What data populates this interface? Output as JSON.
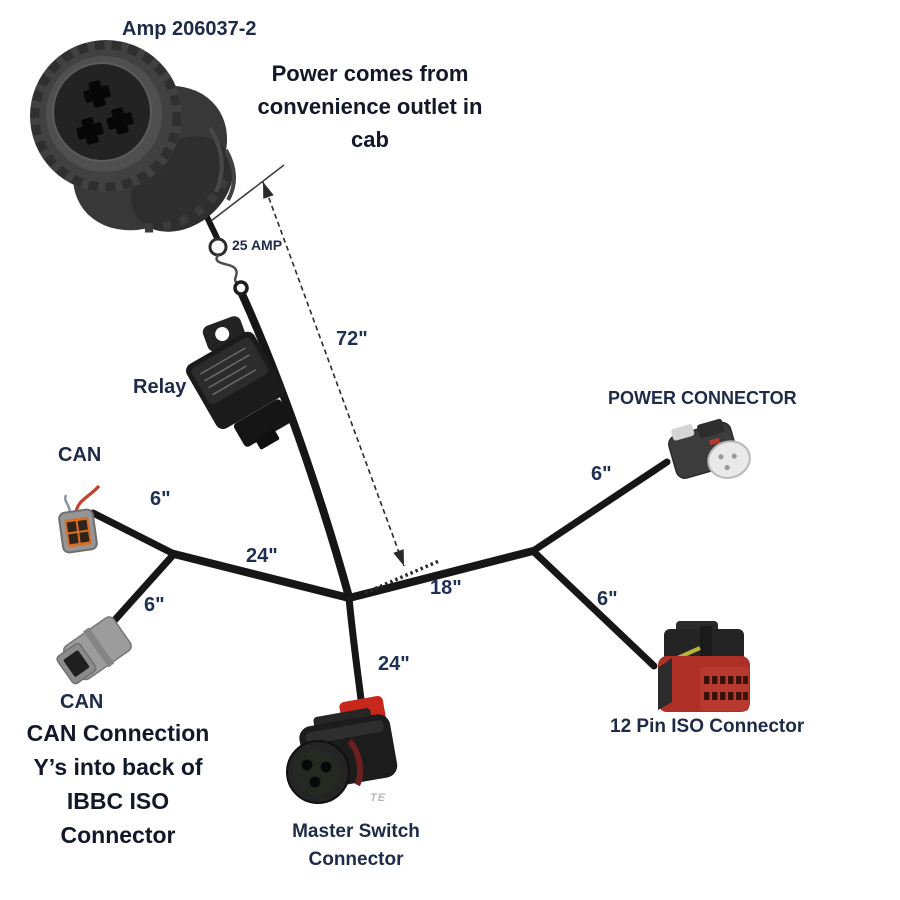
{
  "labels": {
    "amp_part_number": "Amp 206037-2",
    "power_note": "Power comes from convenience outlet in cab",
    "fuse_rating": "25 AMP",
    "relay": "Relay",
    "can_top": "CAN",
    "can_bottom": "CAN",
    "power_connector": "POWER CONNECTOR",
    "iso_connector": "12 Pin ISO Connector",
    "te_watermark": "TE",
    "can_note_lines": [
      "CAN Connection",
      "Y’s into back of",
      "IBBC ISO",
      "Connector"
    ],
    "master_switch_lines": [
      "Master Switch",
      "Connector"
    ]
  },
  "dimensions": {
    "trunk": "72\"",
    "left_branch_upper": "6\"",
    "left_branch": "24\"",
    "left_branch_lower": "6\"",
    "center_branch": "18\"",
    "master_branch": "24\"",
    "right_branch_upper": "6\"",
    "right_branch_lower": "6\""
  },
  "colors": {
    "cable": "#161616",
    "dimension_text": "#203055",
    "label_text": "#1e2a47",
    "note_text": "#12182a",
    "master_tab_red": "#c8271c",
    "iso_body_red": "#ae2f26",
    "can_face_orange": "#d86f28",
    "watermark_gray": "#b3b8bf",
    "background": "#ffffff"
  }
}
